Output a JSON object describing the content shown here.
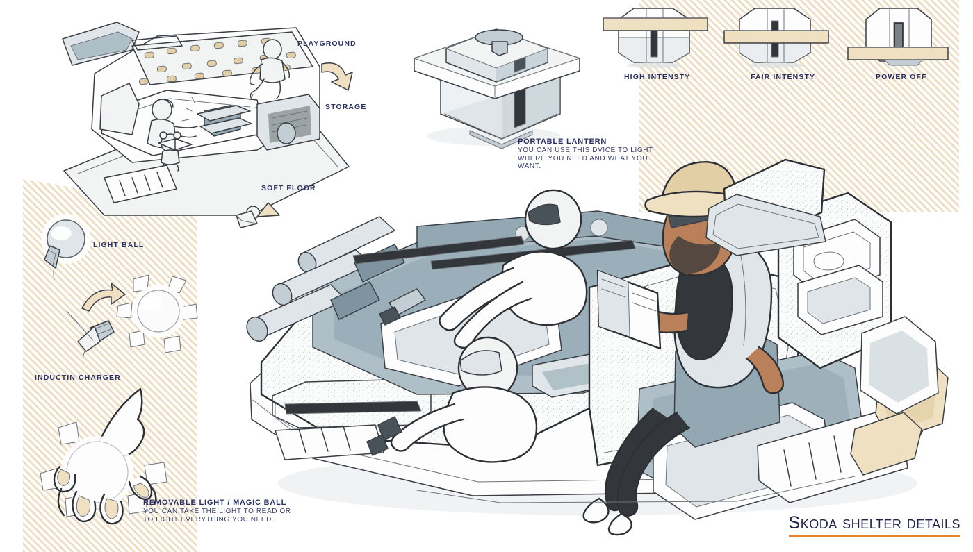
{
  "board": {
    "title": "Skoda shelter details",
    "accent_color": "#e8832b",
    "ink_color": "#2b2f62",
    "hatch_color": "#eedfc4"
  },
  "callouts": {
    "playground": "PLAYGROUND",
    "storage": "STORAGE",
    "soft_floor": "SOFT FLOOR",
    "light_ball": "LIGHT BALL",
    "induction_charger": "INDUCTIN CHARGER"
  },
  "lantern": {
    "caption_title": "PORTABLE LANTERN",
    "caption_line1": "YOU CAN USE THIS DVICE TO LIGHT",
    "caption_line2": "WHERE YOU NEED AND WHAT YOU",
    "caption_line3": "WANT.",
    "states": [
      {
        "label": "HIGH INTENSTY",
        "collar": "top"
      },
      {
        "label": "FAIR INTENSTY",
        "collar": "middle"
      },
      {
        "label": "POWER OFF",
        "collar": "bottom"
      }
    ]
  },
  "magic_ball": {
    "caption_title": "REMOVABLE LIGHT / MAGIC BALL",
    "caption_line1": "YOU CAN TAKE THE LIGHT TO READ OR",
    "caption_line2": "TO LIGHT EVERYTHING YOU NEED."
  }
}
